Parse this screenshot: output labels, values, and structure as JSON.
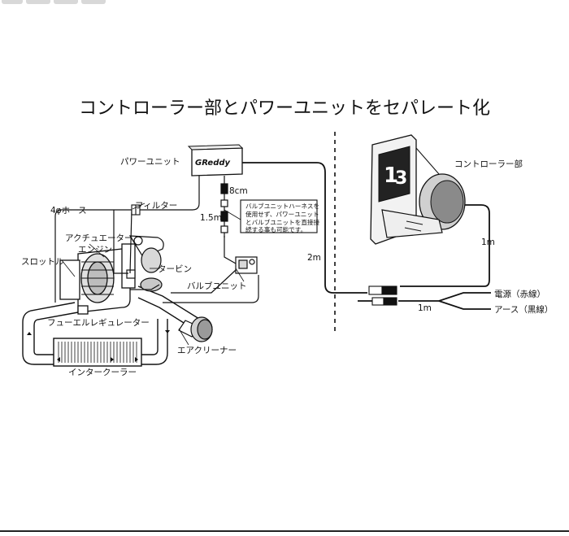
{
  "title": "コントローラー部とパワーユニットをセパレート化",
  "brand_logo": "GReddy",
  "labels": {
    "power_unit": "パワーユニット",
    "controller": "コントローラー部",
    "filter": "フィルター",
    "hose": "4φホース",
    "actuator": "アクチュエーター",
    "engine": "エンジン",
    "throttle": "スロットル",
    "turbine": "タービン",
    "valve_unit": "バルブユニット",
    "fuel_regulator": "フューエルレギュレーター",
    "air_cleaner": "エアクリーナー",
    "intercooler": "インタークーラー",
    "power_red": "電源（赤線）",
    "ground_black": "アース（黒線）"
  },
  "lengths": {
    "l_8cm": "8cm",
    "l_1_5m": "1.5m",
    "l_2m": "2m",
    "l_1m_controller": "1m",
    "l_1m_power": "1m"
  },
  "note_lines": [
    "バルブユニットハーネスを",
    "使用せず、パワーユニット",
    "とバルブユニットを直接接",
    "続する事も可能です。"
  ],
  "colors": {
    "line": "#111111",
    "gray": "#8a8a8a",
    "light_gray": "#d8d8d8",
    "screen": "#222222"
  }
}
